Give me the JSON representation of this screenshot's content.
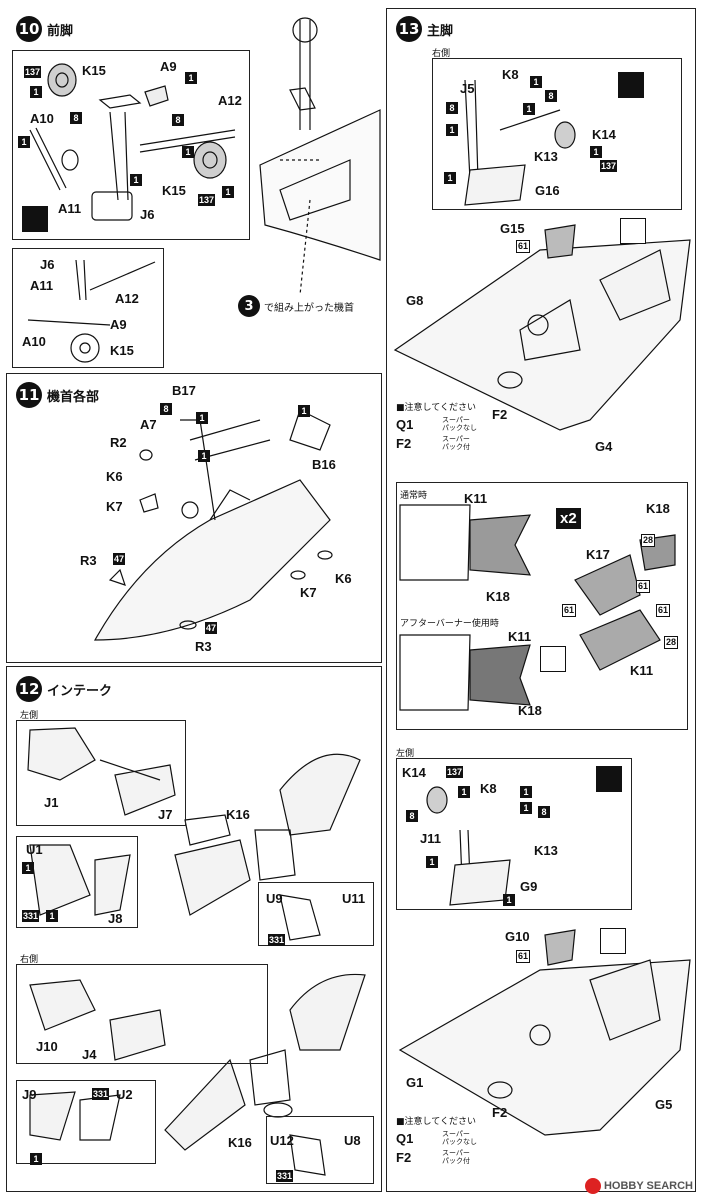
{
  "steps": {
    "s10": {
      "num": "10",
      "title": "前脚"
    },
    "s11": {
      "num": "11",
      "title": "機首各部"
    },
    "s12": {
      "num": "12",
      "title": "インテーク"
    },
    "s13": {
      "num": "13",
      "title": "主脚"
    }
  },
  "step3_ref": {
    "num": "3",
    "text": "で組み上がった機首"
  },
  "labels": {
    "s10": [
      "K15",
      "A9",
      "A12",
      "A10",
      "K15",
      "A11",
      "J6",
      "J6",
      "A11",
      "A12",
      "A10",
      "A9",
      "K15"
    ],
    "s11": [
      "B17",
      "A7",
      "R2",
      "B16",
      "K6",
      "K7",
      "R3",
      "K6",
      "K7",
      "R3"
    ],
    "s12": [
      "J1",
      "J7",
      "K16",
      "U1",
      "J8",
      "U9",
      "U11",
      "J10",
      "J4",
      "J9",
      "U2",
      "K16",
      "U12",
      "U8"
    ],
    "s13_right": [
      "J5",
      "K8",
      "K14",
      "K13",
      "G16"
    ],
    "s13_main": [
      "G15",
      "G8",
      "F2",
      "G4"
    ],
    "s13_k": [
      "K11",
      "K18",
      "K18",
      "K17",
      "K11",
      "K18",
      "K11"
    ],
    "s13_left": [
      "K14",
      "K8",
      "J11",
      "K13",
      "G9",
      "G10",
      "G1",
      "F2",
      "G5"
    ]
  },
  "sides": {
    "left": "左側",
    "right": "右側"
  },
  "modes": {
    "normal": "通常時",
    "afterburner": "アフターバーナー使用時"
  },
  "multiplier": "x2",
  "tags": {
    "t1": "1",
    "t8": "8",
    "t137": "137",
    "t47": "47",
    "t331": "331",
    "t61": "61",
    "t28": "28"
  },
  "notes": {
    "head": "■注意してください",
    "q1_code": "Q1",
    "q1_text": "スーパー\nパックなし",
    "f2_code": "F2",
    "f2_text": "スーパー\nパック付"
  },
  "watermark": "HOBBY SEARCH"
}
